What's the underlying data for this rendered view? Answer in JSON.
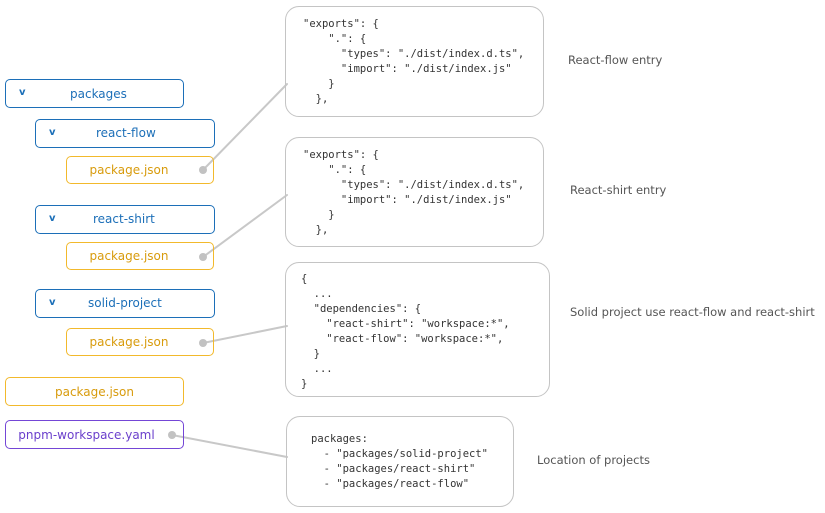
{
  "tree": {
    "packages_label": "packages",
    "react_flow_label": "react-flow",
    "react_flow_file": "package.json",
    "react_shirt_label": "react-shirt",
    "react_shirt_file": "package.json",
    "solid_project_label": "solid-project",
    "solid_project_file": "package.json",
    "root_file": "package.json",
    "workspace_file": "pnpm-workspace.yaml",
    "chevron": "v"
  },
  "code": {
    "react_flow": "\"exports\": {\n    \".\": {\n      \"types\": \"./dist/index.d.ts\",\n      \"import\": \"./dist/index.js\"\n    }\n  },",
    "react_shirt": "\"exports\": {\n    \".\": {\n      \"types\": \"./dist/index.d.ts\",\n      \"import\": \"./dist/index.js\"\n    }\n  },",
    "solid_project": "{\n  ...\n  \"dependencies\": {\n    \"react-shirt\": \"workspace:*\",\n    \"react-flow\": \"workspace:*\",\n  }\n  ...\n}",
    "workspace": "packages:\n  - \"packages/solid-project\"\n  - \"packages/react-shirt\"\n  - \"packages/react-flow\""
  },
  "notes": {
    "react_flow": "React-flow entry",
    "react_shirt": "React-shirt entry",
    "solid_project": "Solid project use react-flow and react-shirt",
    "workspace": "Location of projects"
  },
  "colors": {
    "folder": "#1c6fb8",
    "file": "#f2b92c",
    "yaml": "#7446d6",
    "code_border": "#c4c4c4",
    "connector": "#c8c8c8"
  }
}
